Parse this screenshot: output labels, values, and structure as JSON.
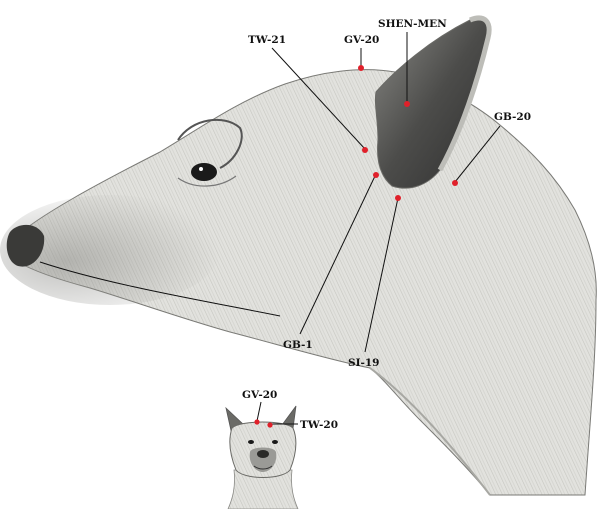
{
  "figure": {
    "colors": {
      "point": "#e0202a",
      "line": "#111111",
      "fur_light": "#e2e2de",
      "fur_mid": "#bdbdb8",
      "fur_dark": "#6e6e6e",
      "ear_inner": "#4a4a4a"
    }
  },
  "main_diagram": {
    "labels": {
      "tw21": "TW-21",
      "gv20": "GV-20",
      "shenmen": "SHEN-MEN",
      "gb20": "GB-20",
      "gb1": "GB-1",
      "si19": "SI-19"
    }
  },
  "inset_diagram": {
    "labels": {
      "gv20": "GV-20",
      "tw20": "TW-20"
    }
  }
}
